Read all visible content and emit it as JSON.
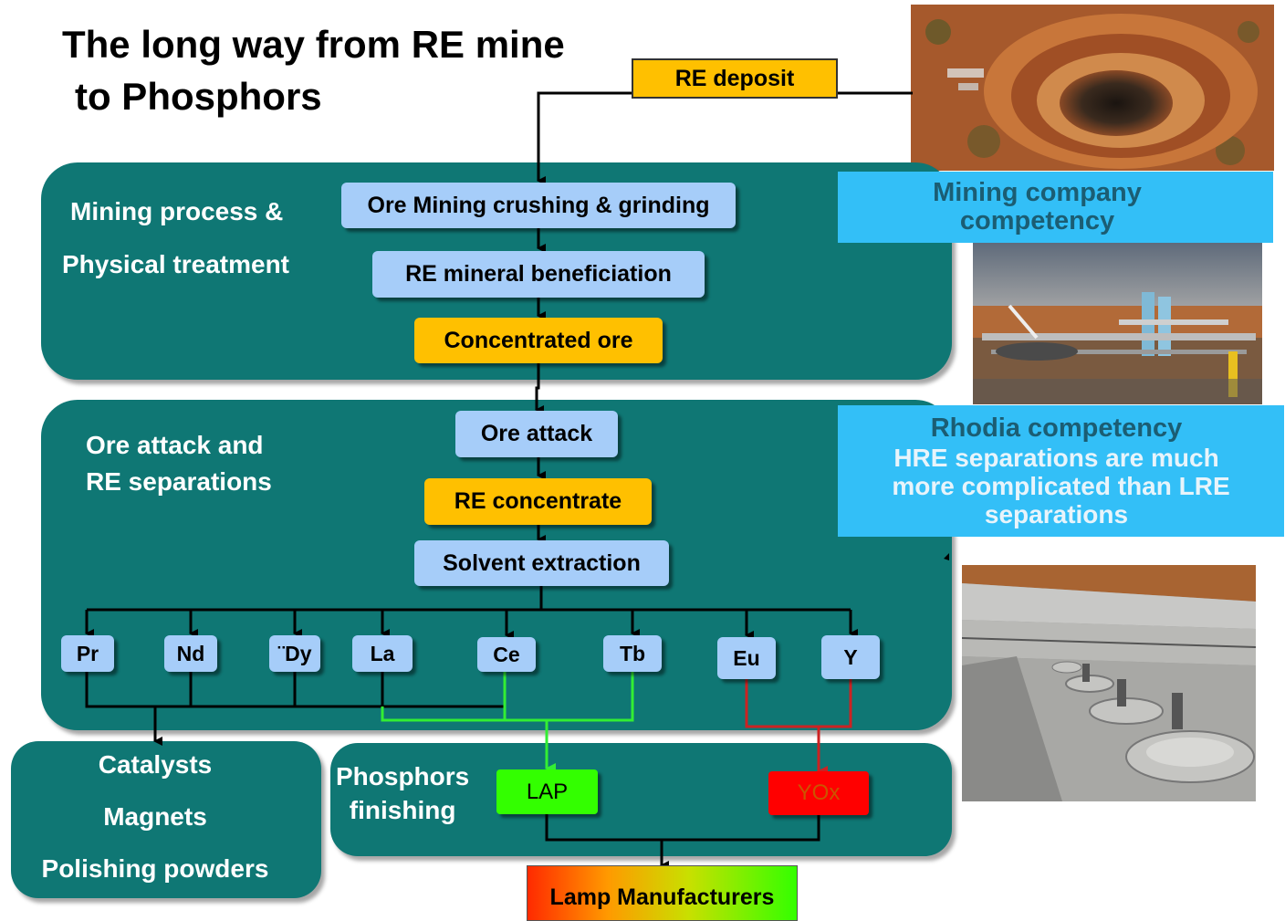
{
  "title": {
    "line1": "The long way from RE mine",
    "line2": "to Phosphors"
  },
  "deposit": "RE deposit",
  "mining_panel": {
    "label_line1": "Mining process &",
    "label_line2": "Physical treatment",
    "steps": [
      "Ore Mining crushing & grinding",
      "RE mineral beneficiation",
      "Concentrated ore"
    ]
  },
  "separation_panel": {
    "label_line1": "Ore attack and",
    "label_line2": "RE separations",
    "steps": [
      "Ore attack",
      "RE concentrate",
      "Solvent extraction"
    ],
    "elements": [
      "Pr",
      "Nd",
      "¨Dy",
      "La",
      "Ce",
      "Tb",
      "Eu",
      "Y"
    ]
  },
  "applications": [
    "Catalysts",
    "Magnets",
    "Polishing powders"
  ],
  "phosphors_panel": {
    "label_line1": "Phosphors",
    "label_line2": "finishing",
    "lap": "LAP",
    "yox": "YOx"
  },
  "lamp": "Lamp Manufacturers",
  "mining_competency": {
    "line1": "Mining company",
    "line2": "competency"
  },
  "rhodia": {
    "title": "Rhodia competency",
    "line1": "HRE separations are much",
    "line2": "more complicated than LRE",
    "line3": "separations"
  },
  "photos": [
    "open-pit-mine-photo",
    "processing-plant-photo",
    "separation-tanks-photo"
  ],
  "colors": {
    "panel": "#0f7774",
    "blue_box": "#a6cdf9",
    "yellow_box": "#ffc000",
    "lap": "#33ff00",
    "yox": "#ff0000",
    "cyan": "#33bff7",
    "green_line": "#33ee33",
    "red_line": "#cc2222"
  }
}
